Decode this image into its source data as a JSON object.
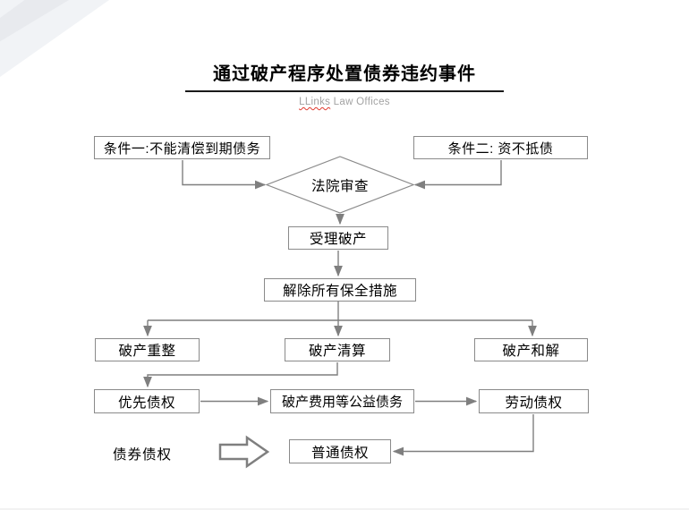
{
  "slide": {
    "title": "通过破产程序处置债券违约事件",
    "subtitle_brand": "LLinks",
    "subtitle_rest": " Law Offices"
  },
  "colors": {
    "line": "#7f7f7f",
    "box_border": "#8a8a8a",
    "title_text": "#000000",
    "subtitle_text": "#a3a3a3",
    "spellcheck_wave": "#e0392e",
    "swoosh_light": "#f1f3f6",
    "swoosh_dark": "#e8eaee"
  },
  "nodes": {
    "cond1": {
      "label": "条件一:不能清偿到期债务"
    },
    "cond2": {
      "label": "条件二: 资不抵债"
    },
    "court": {
      "label": "法院审查"
    },
    "accept": {
      "label": "受理破产"
    },
    "lift": {
      "label": "解除所有保全措施"
    },
    "reorg": {
      "label": "破产重整"
    },
    "liquidation": {
      "label": "破产清算"
    },
    "settlement": {
      "label": "破产和解"
    },
    "priority": {
      "label": "优先债权"
    },
    "expenses": {
      "label": "破产费用等公益债务"
    },
    "labor": {
      "label": "劳动债权"
    },
    "bond": {
      "label": "债券债权"
    },
    "ordinary": {
      "label": "普通债权"
    }
  },
  "flow": {
    "edges": [
      "cond1 -> court",
      "cond2 -> court",
      "court -> accept",
      "accept -> lift",
      "lift -> reorg",
      "lift -> liquidation",
      "lift -> settlement",
      "liquidation -> priority",
      "priority -> expenses",
      "expenses -> labor",
      "labor -> ordinary",
      "bond => ordinary"
    ]
  }
}
